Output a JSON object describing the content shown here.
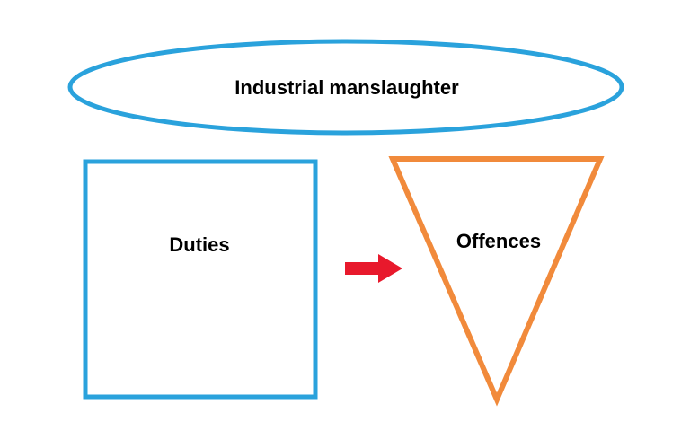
{
  "diagram": {
    "ellipse": {
      "label": "Industrial manslaughter"
    },
    "duties_box": {
      "label": "Duties"
    },
    "offences_triangle": {
      "label": "Offences"
    },
    "arrow": {
      "name": "right-arrow"
    }
  },
  "colors": {
    "ellipse_stroke": "#2AA2DC",
    "box_stroke": "#2AA2DC",
    "triangle_stroke": "#F18A3B",
    "arrow_fill": "#E8192C",
    "text": "#000000",
    "background": "#FFFFFF"
  }
}
